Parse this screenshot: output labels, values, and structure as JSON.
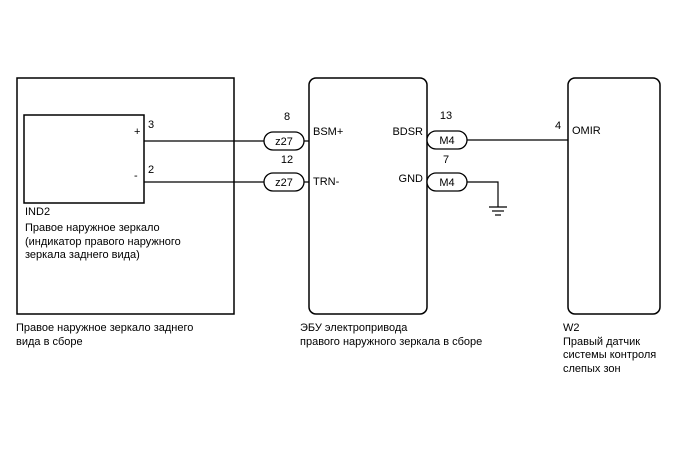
{
  "diagram": {
    "mirror_assembly": {
      "id": "IND2",
      "indicator_label": [
        "Правое наружное зеркало",
        "(индикатор правого наружного",
        "зеркала заднего вида)"
      ],
      "caption": [
        "Правое наружное зеркало заднего",
        "вида в сборе"
      ],
      "pin_plus": "+",
      "pin_minus": "-",
      "pin_plus_num": "3",
      "pin_minus_num": "2"
    },
    "ecu": {
      "caption": [
        "ЭБУ электропривода",
        "правого наружного зеркала в сборе"
      ],
      "pins": {
        "bsm_plus": "BSM+",
        "trn_minus": "TRN-",
        "bdsr": "BDSR",
        "gnd": "GND"
      }
    },
    "sensor": {
      "id": "W2",
      "caption": [
        "Правый датчик",
        "системы контроля",
        "слепых зон"
      ],
      "pin": "OMIR",
      "pin_num": "4"
    },
    "connectors": [
      {
        "label": "z27",
        "pin": "8"
      },
      {
        "label": "z27",
        "pin": "12"
      },
      {
        "label": "M4",
        "pin": "13"
      },
      {
        "label": "M4",
        "pin": "7"
      }
    ]
  }
}
